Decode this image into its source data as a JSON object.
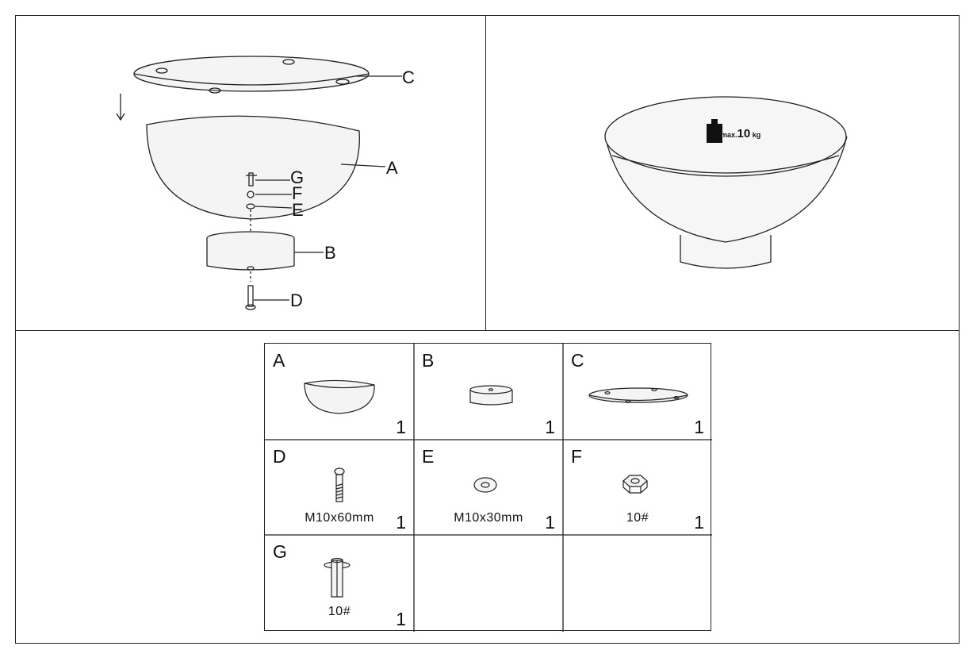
{
  "exploded_view": {
    "labels": {
      "A": "A",
      "B": "B",
      "C": "C",
      "D": "D",
      "E": "E",
      "F": "F",
      "G": "G"
    }
  },
  "assembled_view": {
    "weight_prefix": "max.",
    "weight_value": "10",
    "weight_unit": "kg",
    "weight_icon": "weight-icon"
  },
  "parts": [
    {
      "letter": "A",
      "spec": "",
      "qty": "1",
      "icon": "bowl-icon"
    },
    {
      "letter": "B",
      "spec": "",
      "qty": "1",
      "icon": "base-cylinder-icon"
    },
    {
      "letter": "C",
      "spec": "",
      "qty": "1",
      "icon": "top-disc-icon"
    },
    {
      "letter": "D",
      "spec": "M10x60mm",
      "qty": "1",
      "icon": "bolt-icon"
    },
    {
      "letter": "E",
      "spec": "M10x30mm",
      "qty": "1",
      "icon": "washer-icon"
    },
    {
      "letter": "F",
      "spec": "10#",
      "qty": "1",
      "icon": "hex-nut-icon"
    },
    {
      "letter": "G",
      "spec": "10#",
      "qty": "1",
      "icon": "connector-bolt-icon"
    }
  ]
}
